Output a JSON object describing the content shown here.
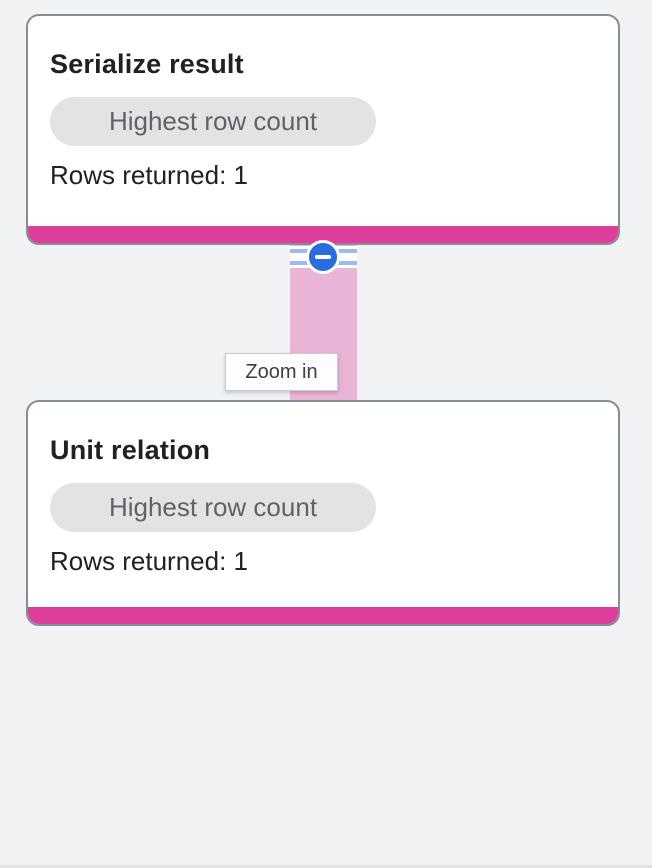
{
  "view": {
    "type": "query-plan-graph",
    "tooltip": "Zoom in"
  },
  "nodes": [
    {
      "title": "Serialize result",
      "badge": "Highest row count",
      "rows": "Rows returned: 1"
    },
    {
      "title": "Unit relation",
      "badge": "Highest row count",
      "rows": "Rows returned: 1"
    }
  ],
  "edge": {
    "collapse_icon": "minus-circle-icon"
  },
  "colors": {
    "canvas_bg": "#f1f2f4",
    "card_bg": "#ffffff",
    "card_border": "#868e96",
    "title_text": "#202124",
    "badge_bg": "#e2e3e5",
    "badge_text": "#5f6368",
    "body_text": "#202124",
    "accent_pink": "#dd3d9b",
    "edge_pink": "#eab4d7",
    "stripe_blue": "#9db9f1",
    "button_blue": "#2a6cdf",
    "tooltip_text": "#3c4043"
  }
}
